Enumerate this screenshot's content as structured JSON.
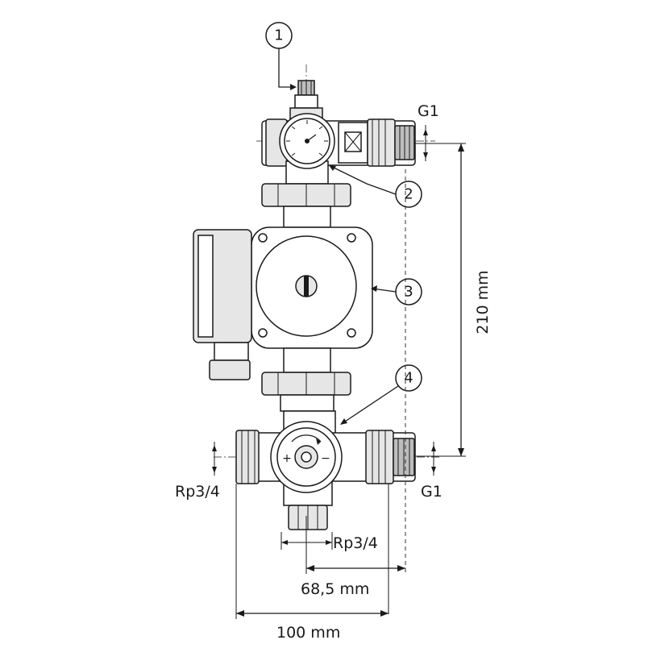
{
  "callouts": {
    "c1": "1",
    "c2": "2",
    "c3": "3",
    "c4": "4"
  },
  "dimensions": {
    "height": "210 mm",
    "width_total": "100 mm",
    "width_partial": "68,5 mm"
  },
  "threads": {
    "top_right": "G1",
    "bottom_right": "G1",
    "bottom_left": "Rp3/4",
    "bottom_center": "Rp3/4"
  },
  "gauge_marks": {
    "plus": "+",
    "minus": "−"
  }
}
